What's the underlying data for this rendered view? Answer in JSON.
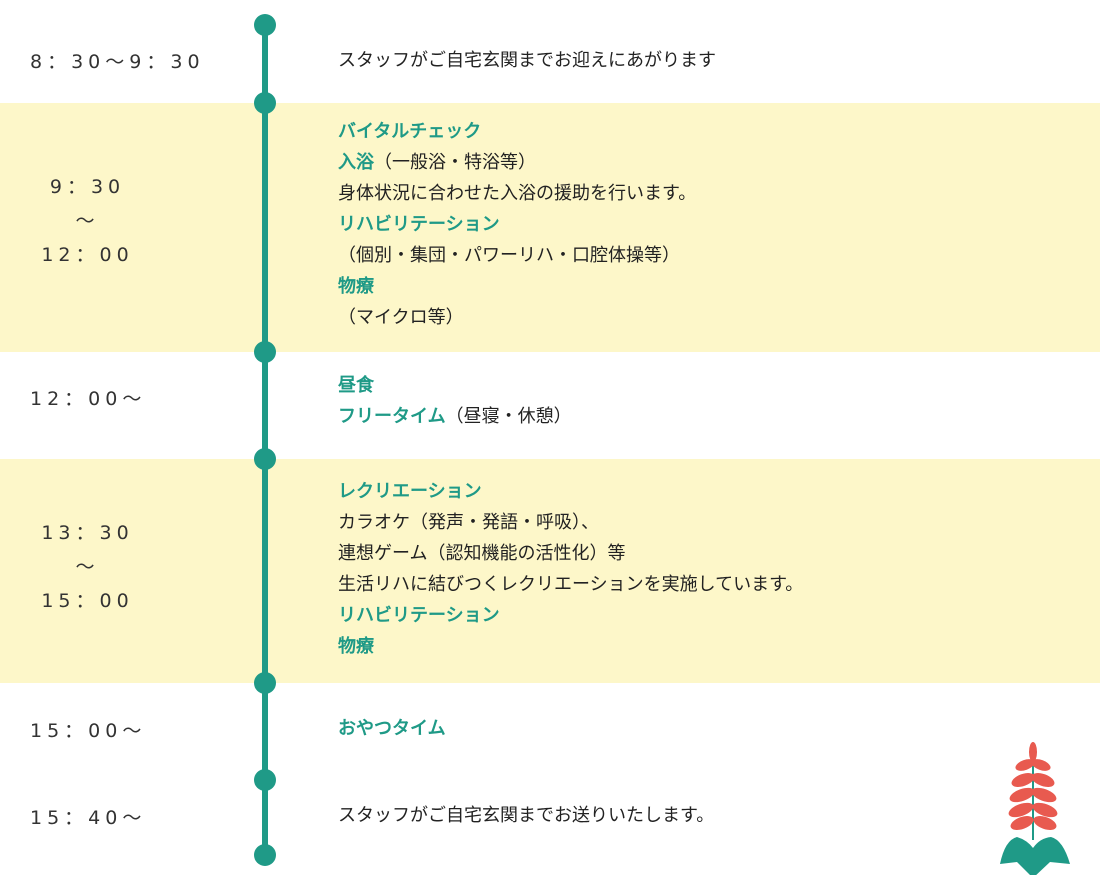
{
  "colors": {
    "accent": "#1f9a87",
    "band": "#fdf7c9",
    "flower": "#e85a4f"
  },
  "schedule": [
    {
      "time": [
        "8：30～9：30"
      ],
      "lines": [
        {
          "parts": [
            {
              "t": "スタッフがご自宅玄関までお迎えにあがります",
              "g": false
            }
          ]
        }
      ]
    },
    {
      "time": [
        "9：30",
        "～",
        "12：00"
      ],
      "lines": [
        {
          "parts": [
            {
              "t": "バイタルチェック",
              "g": true
            }
          ]
        },
        {
          "parts": [
            {
              "t": "入浴",
              "g": true
            },
            {
              "t": "（一般浴・特浴等）",
              "g": false
            }
          ]
        },
        {
          "parts": [
            {
              "t": "身体状況に合わせた入浴の援助を行います。",
              "g": false
            }
          ]
        },
        {
          "parts": [
            {
              "t": "リハビリテーション",
              "g": true
            }
          ]
        },
        {
          "parts": [
            {
              "t": "（個別・集団・パワーリハ・口腔体操等）",
              "g": false
            }
          ]
        },
        {
          "parts": [
            {
              "t": "物療",
              "g": true
            }
          ]
        },
        {
          "parts": [
            {
              "t": "（マイクロ等）",
              "g": false
            }
          ]
        }
      ]
    },
    {
      "time": [
        "12：00～"
      ],
      "lines": [
        {
          "parts": [
            {
              "t": "昼食",
              "g": true
            }
          ]
        },
        {
          "parts": [
            {
              "t": "フリータイム",
              "g": true
            },
            {
              "t": "（昼寝・休憩）",
              "g": false
            }
          ]
        }
      ]
    },
    {
      "time": [
        "13：30",
        "～",
        "15：00"
      ],
      "lines": [
        {
          "parts": [
            {
              "t": "レクリエーション",
              "g": true
            }
          ]
        },
        {
          "parts": [
            {
              "t": "カラオケ（発声・発語・呼吸）、",
              "g": false
            }
          ]
        },
        {
          "parts": [
            {
              "t": "連想ゲーム（認知機能の活性化）等",
              "g": false
            }
          ]
        },
        {
          "parts": [
            {
              "t": "生活リハに結びつくレクリエーションを実施しています。",
              "g": false
            }
          ]
        },
        {
          "parts": [
            {
              "t": "リハビリテーション",
              "g": true
            }
          ]
        },
        {
          "parts": [
            {
              "t": "物療",
              "g": true
            }
          ]
        }
      ]
    },
    {
      "time": [
        "15：00～"
      ],
      "lines": [
        {
          "parts": [
            {
              "t": "おやつタイム",
              "g": true
            }
          ]
        }
      ]
    },
    {
      "time": [
        "15：40～"
      ],
      "lines": [
        {
          "parts": [
            {
              "t": "スタッフがご自宅玄関までお送りいたします。",
              "g": false
            }
          ]
        }
      ]
    }
  ]
}
